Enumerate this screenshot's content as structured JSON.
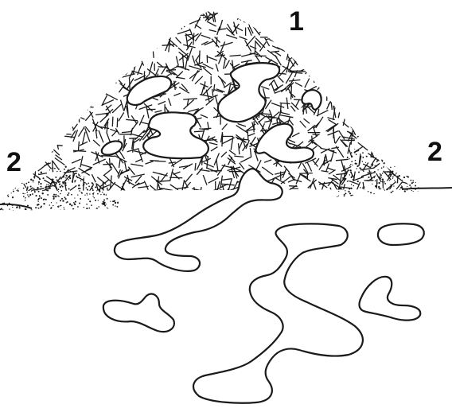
{
  "labels": {
    "mound_label": "1",
    "sand_left_label": "2",
    "sand_right_label": "2"
  },
  "colors": {
    "ink": "#1a1a1a",
    "background": "#ffffff"
  }
}
